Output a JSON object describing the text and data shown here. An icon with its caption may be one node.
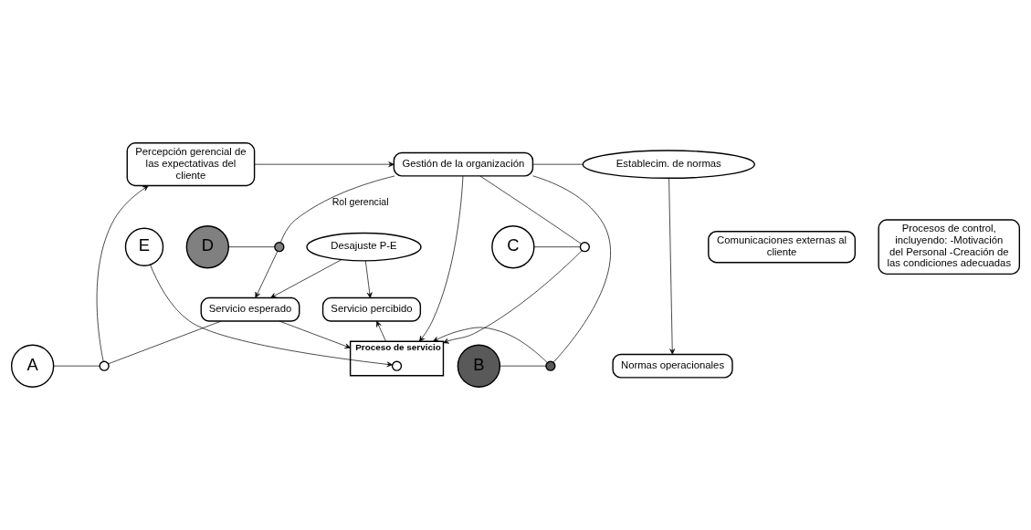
{
  "diagram": {
    "nodes": [
      {
        "text": [
          "Percepción gerencial de las expectativas del cliente"
        ]
      },
      {
        "text": [
          "Gestión de la organización"
        ]
      },
      {
        "text": [
          "Establecim. de normas"
        ]
      },
      {
        "text": [
          "Normas operacionales"
        ]
      },
      {
        "text": [
          "A"
        ]
      },
      {
        "text": [],
        "shape": "circle"
      },
      {
        "text": [
          "B"
        ]
      },
      {
        "text": [],
        "shape": "circle"
      },
      {
        "text": [
          "D"
        ]
      },
      {
        "text": [],
        "shape": "circle"
      },
      {
        "text": [
          "Comunicaciones externas al cliente"
        ]
      },
      {
        "text": [
          "C"
        ]
      },
      {
        "text": [],
        "shape": "circle"
      },
      {
        "text": [
          "Servicio esperado"
        ]
      },
      {
        "text": [
          "Proceso de servicio"
        ]
      },
      {
        "text": [
          "Servicio percibido"
        ]
      },
      {
        "text": [
          "Procesos de control, incluyendo: -Motivación del Personal -Creación de las condiciones adecuadas"
        ]
      },
      {
        "text": [
          "E"
        ]
      },
      {
        "text": [],
        "shape": "circle",
        "in": 14
      },
      {
        "text": [
          "Desajuste P-E"
        ]
      }
    ],
    "edges": [
      {
        "from": 0,
        "to": 1,
        "arrow": "to"
      },
      {
        "from": 1,
        "to": 2,
        "arrow": "none"
      },
      {
        "from": 2,
        "to": 3,
        "arrow": "to"
      },
      {
        "from": 13,
        "to": 5,
        "arrow": "none"
      },
      {
        "from": 5,
        "to": 0,
        "arrow": "to"
      },
      {
        "from": 4,
        "to": 5,
        "arrow": "none"
      },
      {
        "from": 1,
        "to": 9,
        "arrow": "none",
        "label": "Rol gerencial"
      },
      {
        "from": 9,
        "to": 13,
        "arrow": "to"
      },
      {
        "from": 8,
        "to": 9,
        "arrow": "none"
      },
      {
        "from": 1,
        "to": 14,
        "arrow": "to"
      },
      {
        "from": 1,
        "to": 12,
        "arrow": "none"
      },
      {
        "from": 12,
        "to": 14,
        "arrow": "to"
      },
      {
        "from": 11,
        "to": 12,
        "arrow": "none"
      },
      {
        "from": 1,
        "to": 7,
        "arrow": "none"
      },
      {
        "from": 7,
        "to": 14,
        "arrow": "to"
      },
      {
        "from": 6,
        "to": 7,
        "arrow": "none"
      },
      {
        "from": 13,
        "to": 14,
        "arrow": "to"
      },
      {
        "from": 14,
        "to": 15,
        "arrow": "to"
      },
      {
        "from": 17,
        "to": 18,
        "arrow": "to"
      },
      {
        "from": 19,
        "to": 13,
        "arrow": "to"
      },
      {
        "from": 19,
        "to": 15,
        "arrow": "to"
      }
    ]
  }
}
